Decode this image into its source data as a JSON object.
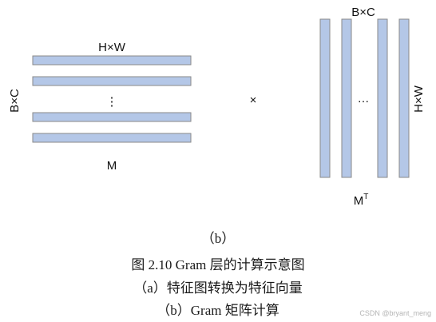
{
  "diagram": {
    "matrix_m": {
      "name": "M",
      "width_label": "H×W",
      "height_label": "B×C",
      "ellipsis": "⋮"
    },
    "operator": "×",
    "matrix_mt": {
      "name": "M",
      "superscript": "T",
      "width_label": "B×C",
      "height_label": "H×W",
      "ellipsis": "…"
    }
  },
  "caption": {
    "sub_label": "（b）",
    "title": "图 2.10  Gram 层的计算示意图",
    "line_a": "（a）特征图转换为特征向量",
    "line_b": "（b）Gram 矩阵计算"
  },
  "watermark": "CSDN @bryant_meng",
  "colors": {
    "bar_fill": "#b4c7e7",
    "bar_stroke": "#8a8a8a",
    "text": "#111111"
  }
}
